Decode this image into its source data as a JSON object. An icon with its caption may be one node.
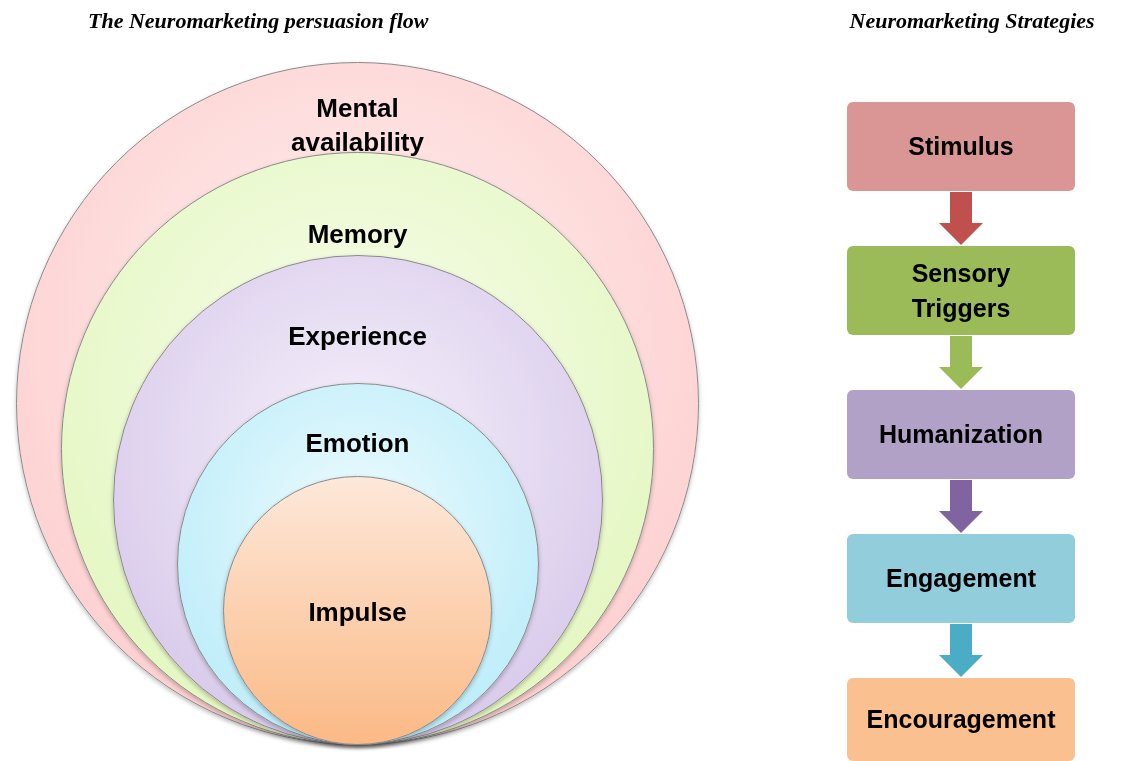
{
  "diagram": {
    "nodes": [
      {
        "text": [
          "Mental availability"
        ]
      },
      {
        "text": [
          "Memory"
        ],
        "in": 0
      },
      {
        "text": [
          "Experience"
        ],
        "in": 1
      },
      {
        "text": [
          "Emotion"
        ],
        "in": 2
      },
      {
        "text": [
          "Impulse"
        ],
        "in": 3
      },
      {
        "text": [
          "Stimulus"
        ]
      },
      {
        "text": [
          "Sensory Triggers"
        ]
      },
      {
        "text": [
          "Humanization"
        ]
      },
      {
        "text": [
          "Engagement"
        ]
      },
      {
        "text": [
          "Encouragement"
        ]
      }
    ],
    "edges": [
      {
        "from": 5,
        "to": 6,
        "arrow": "to",
        "color": "#c0504d"
      },
      {
        "from": 6,
        "to": 7,
        "arrow": "to",
        "color": "#9bbb59"
      },
      {
        "from": 7,
        "to": 8,
        "arrow": "to",
        "color": "#8064a2"
      },
      {
        "from": 8,
        "to": 9,
        "arrow": "to",
        "color": "#4bacc6"
      }
    ],
    "labels": [
      "The Neuromarketing persuasion flow",
      "Neuromarketing Strategies"
    ]
  }
}
